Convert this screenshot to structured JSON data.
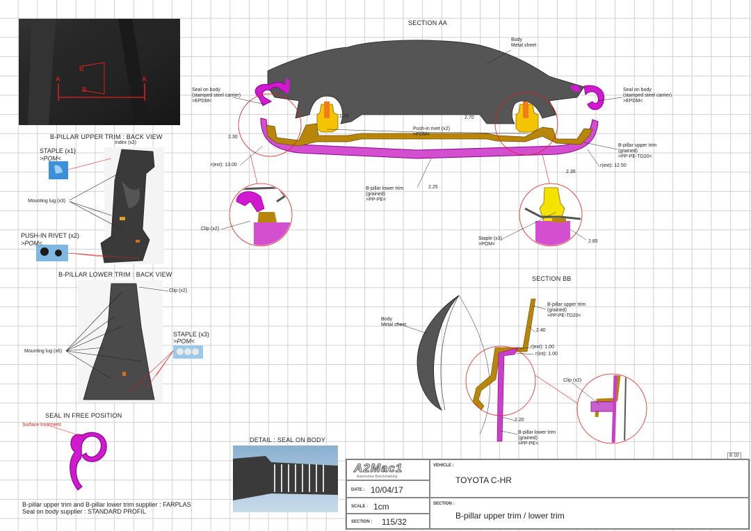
{
  "sections": {
    "aa": "SECTION AA",
    "bb": "SECTION BB"
  },
  "left": {
    "upper_view_title": "B-PILLAR UPPER TRIM : BACK VIEW",
    "lower_view_title": "B-PILLAR LOWER TRIM : BACK VIEW",
    "seal_free_title": "SEAL IN FREE POSITION",
    "surface_treatment": "Surface treatment",
    "staple_x1": "STAPLE (x1)",
    "pom_1": ">POM<",
    "index_x2": "Index (x2)",
    "mounting_lug_x3": "Mounting lug (x3)",
    "push_in_rivet_x2": "PUSH-IN RIVET (x2)",
    "pom_2": ">POM<",
    "clip_x2": "Clip (x2)",
    "mounting_lug_x6": "Mounting lug (x6)",
    "staple_x3": "STAPLE (x3)",
    "pom_3": ">POM<",
    "photo_a_left": "A",
    "photo_a_right": "A",
    "photo_b_top": "B",
    "photo_b_bottom": "B",
    "supplier_line1": "B-pillar upper trim and B-pillar lower trim supplier : FARPLAS",
    "supplier_line2": "Seal on body supplier : STANDARD PROFIL"
  },
  "detail": {
    "title": "DETAIL : SEAL ON BODY"
  },
  "aa_labels": {
    "body": "Body\nMetal sheet",
    "seal_left": "Seal on body\n(stamped steel carrier)\n>EPDM<",
    "seal_right": "Seal on body\n(stamped steel carrier)\n>EPDM<",
    "d125": "1.25",
    "d270": "2.70",
    "rivet": "Push-in rivet (x2)\n>POM<",
    "d230": "2.30",
    "upper_trim": "B-pillar upper trim\n(grained)\n>PP-PE-TD20<",
    "rext13": "r(ext): 13.00",
    "rext1250": "r(ext): 12.50",
    "d235": "2.35",
    "d225": "2.25",
    "lower_trim": "B-pillar lower trim\n(grained)\n>PP-PE<",
    "clip_x2": "Clip (x2)",
    "staple_x3": "Staple (x3)\n>POM<",
    "d285": "2.85"
  },
  "bb_labels": {
    "upper_trim": "B-pillar upper trim\n(grained)\n>PP-PE-TD20<",
    "body": "Body\nMetal sheet",
    "d240": "2.40",
    "rext100": "r(ext): 1.00",
    "rint100": "r(int): 1.00",
    "clip_x2": "Clip (x2)",
    "d220": "2.20",
    "lower_trim": "B-pillar lower trim\n(grained)\n>PP-PE<"
  },
  "titleblock": {
    "logo": "A2Mac1",
    "logo_sub": "Automotive Benchmarking",
    "vehicle_label": "VEHICLE :",
    "vehicle_value": "TOYOTA C-HR",
    "date_label": "DATE :",
    "date_value": "10/04/17",
    "scale_label": "SCALE :",
    "scale_value": "1cm",
    "section_label": "SECTION :",
    "section_value": "B-pillar upper trim / lower trim",
    "sectionno_label": "SECTION :",
    "sectionno_value": "115/32",
    "page": "8 10"
  }
}
